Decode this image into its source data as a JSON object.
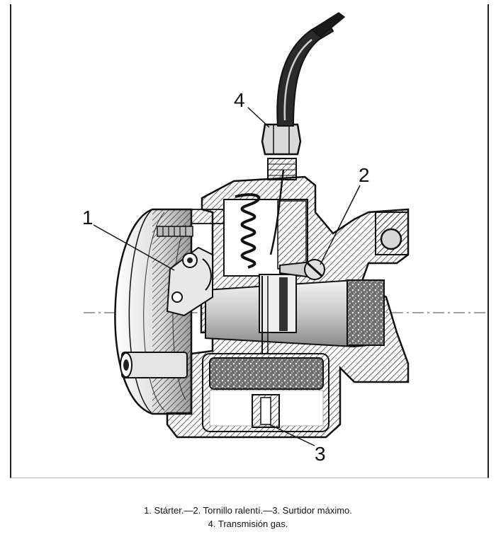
{
  "callouts": {
    "starter": "1",
    "idle_screw": "2",
    "main_jet": "3",
    "gas_cable": "4"
  },
  "caption": {
    "line1": "1. Stárter.—2. Tornillo ralentí.—3. Surtidor máximo.",
    "line2": "4. Transmisión gas."
  }
}
